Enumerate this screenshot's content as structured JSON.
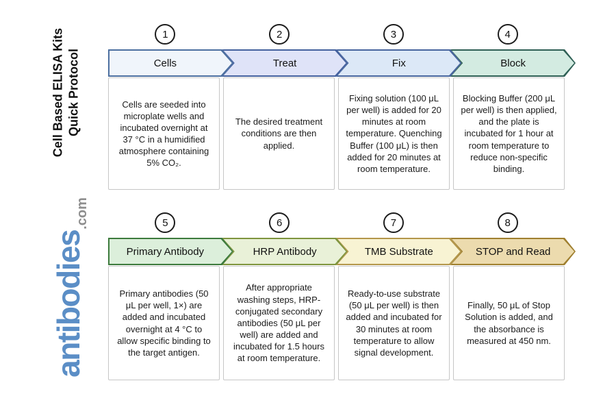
{
  "sidebar": {
    "title_line1": "Cell Based ELISA Kits",
    "title_line2": "Quick Protocol"
  },
  "logo": {
    "main": "antibodies",
    "suffix": ".com",
    "main_color": "#5b8ec6",
    "suffix_color": "#8e8e8e"
  },
  "steps": [
    {
      "number": "1",
      "label": "Cells",
      "description": "Cells are seeded into microplate wells and incubated overnight at 37 °C in a humidified atmosphere containing 5% CO₂.",
      "fill_color": "#f0f5fb",
      "border_color": "#4c6fa0"
    },
    {
      "number": "2",
      "label": "Treat",
      "description": "The desired treatment conditions are then applied.",
      "fill_color": "#dfe3f8",
      "border_color": "#44619e"
    },
    {
      "number": "3",
      "label": "Fix",
      "description": "Fixing solution (100 μL per well) is added for 20 minutes at room temperature. Quenching Buffer (100 μL) is then added for 20 minutes at room temperature.",
      "fill_color": "#dce8f7",
      "border_color": "#47659e"
    },
    {
      "number": "4",
      "label": "Block",
      "description": "Blocking Buffer (200 μL per well) is then applied, and the plate is incubated for 1 hour at room temperature to reduce non-specific binding.",
      "fill_color": "#d3ebe1",
      "border_color": "#2f6055"
    },
    {
      "number": "5",
      "label": "Primary Antibody",
      "description": "Primary antibodies (50 μL per well, 1×) are added and incubated overnight at 4 °C to allow specific binding to the target antigen.",
      "fill_color": "#dcefdb",
      "border_color": "#3c7a3c"
    },
    {
      "number": "6",
      "label": "HRP Antibody",
      "description": "After appropriate washing steps, HRP-conjugated secondary antibodies (50 μL per well) are added and incubated for 1.5 hours at room temperature.",
      "fill_color": "#e9f1d8",
      "border_color": "#7e943d"
    },
    {
      "number": "7",
      "label": "TMB Substrate",
      "description": "Ready-to-use substrate (50 μL per well) is then added and incubated for 30 minutes at room temperature to allow signal development.",
      "fill_color": "#f8f3d3",
      "border_color": "#b3964a"
    },
    {
      "number": "8",
      "label": "STOP and Read",
      "description": "Finally, 50 μL of Stop Solution is added, and the absorbance is measured at 450 nm.",
      "fill_color": "#ecdbae",
      "border_color": "#9f7f2f"
    }
  ]
}
